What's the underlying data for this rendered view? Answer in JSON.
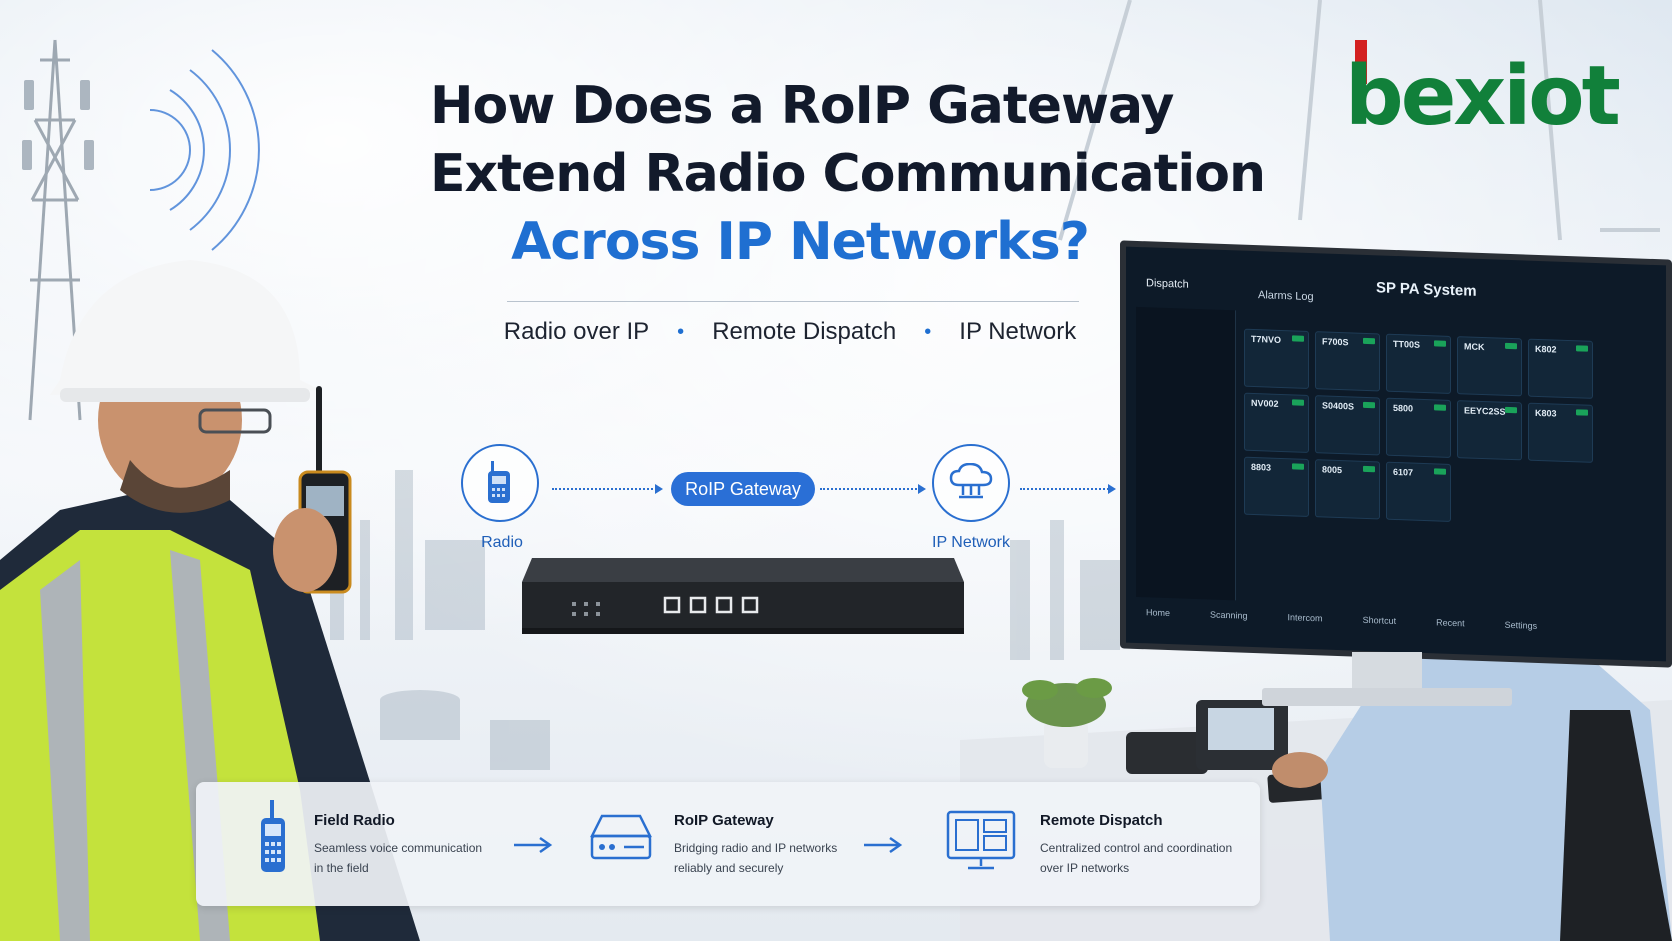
{
  "title": {
    "line1": "How Does a RoIP Gateway",
    "line2": "Extend Radio Communication",
    "line3": "Across IP Networks?"
  },
  "tags": [
    "Radio over IP",
    "Remote Dispatch",
    "IP Network"
  ],
  "flow": {
    "radio_label": "Radio",
    "gateway_label": "RoIP Gateway",
    "network_label": "IP Network"
  },
  "logo": {
    "text": "bexiot",
    "color_green": "#11803a",
    "color_red": "#d32020"
  },
  "monitor": {
    "header_left": "Dispatch",
    "header_mid": "Alarms Log",
    "system_title": "SP PA System",
    "tiles": [
      "T7NVO",
      "F700S",
      "TT00S",
      "MCK",
      "K802",
      "NV002",
      "S0400S",
      "5800",
      "EEYC2SS",
      "K803",
      "8803",
      "8005",
      "6107"
    ],
    "nav": [
      "Home",
      "Scanning",
      "Intercom",
      "Shortcut",
      "Recent",
      "Settings"
    ]
  },
  "steps": [
    {
      "title": "Field Radio",
      "desc_line1": "Seamless voice communication",
      "desc_line2": "in the field",
      "icon": "radio-icon"
    },
    {
      "title": "RoIP Gateway",
      "desc_line1": "Bridging radio and IP networks",
      "desc_line2": "reliably and securely",
      "icon": "gateway-icon"
    },
    {
      "title": "Remote Dispatch",
      "desc_line1": "Centralized control and coordination",
      "desc_line2": "over IP networks",
      "icon": "dispatch-console-icon"
    }
  ],
  "colors": {
    "accent": "#2a6fd6",
    "title": "#121a2b",
    "title_accent": "#1f6fd1"
  }
}
